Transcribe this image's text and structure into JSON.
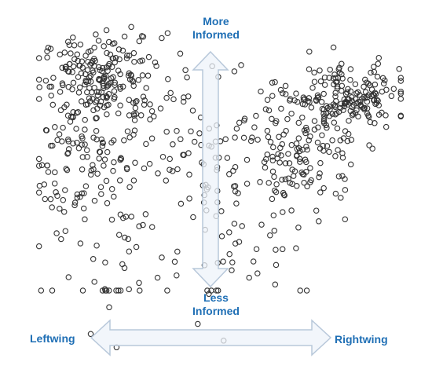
{
  "chart_data": {
    "type": "scatter",
    "title": "",
    "labels": {
      "top": [
        "More",
        "Informed"
      ],
      "bottom": [
        "Less",
        "Informed"
      ],
      "left": "Leftwing",
      "right": "Rightwing"
    },
    "xlim": [
      0,
      100
    ],
    "ylim": [
      0,
      100
    ],
    "grid": false,
    "marker": "open-circle",
    "colors": {
      "marker": "#333333",
      "arrow_fill": "#eef3f9",
      "arrow_stroke": "#b8c8da",
      "label": "#1f6fb5"
    },
    "clusters": [
      {
        "cx": 18,
        "cy": 84,
        "sx": 8,
        "sy": 6,
        "n": 190
      },
      {
        "cx": 13,
        "cy": 61,
        "sx": 7,
        "sy": 10,
        "n": 110
      },
      {
        "cx": 84,
        "cy": 78,
        "sx": 8,
        "sy": 5,
        "n": 170
      },
      {
        "cx": 73,
        "cy": 62,
        "sx": 7,
        "sy": 8,
        "n": 110
      },
      {
        "cx": 46,
        "cy": 58,
        "sx": 18,
        "sy": 14,
        "n": 140
      },
      {
        "cx": 24,
        "cy": 30,
        "sx": 12,
        "sy": 13,
        "n": 45
      },
      {
        "cx": 58,
        "cy": 32,
        "sx": 12,
        "sy": 10,
        "n": 30
      }
    ],
    "extra_points": [
      {
        "x": 22,
        "y": 3
      },
      {
        "x": 15,
        "y": 7
      },
      {
        "x": 44,
        "y": 10
      },
      {
        "x": 47,
        "y": 19
      },
      {
        "x": 51,
        "y": 5
      },
      {
        "x": 20,
        "y": 15
      },
      {
        "x": 9,
        "y": 24
      }
    ]
  }
}
